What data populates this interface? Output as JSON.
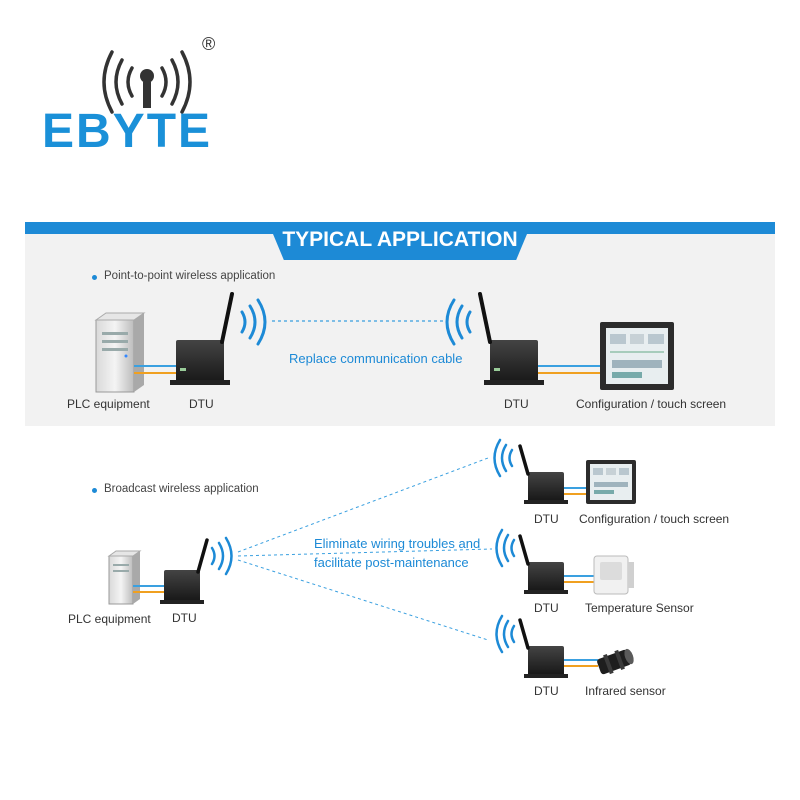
{
  "logo": {
    "brand": "EBYTE",
    "registered_mark": "®"
  },
  "banner": {
    "title": "TYPICAL APPLICATION"
  },
  "point_to_point": {
    "heading": "Point-to-point wireless application",
    "note": "Replace communication cable",
    "labels": {
      "plc": "PLC equipment",
      "dtu_left": "DTU",
      "dtu_right": "DTU",
      "screen": "Configuration / touch screen"
    }
  },
  "broadcast": {
    "heading": "Broadcast wireless application",
    "note_line1": "Eliminate wiring troubles and",
    "note_line2": "facilitate post-maintenance",
    "labels": {
      "plc": "PLC equipment",
      "dtu_source": "DTU",
      "dtu_1": "DTU",
      "screen": "Configuration / touch screen",
      "dtu_2": "DTU",
      "temp_sensor": "Temperature Sensor",
      "dtu_3": "DTU",
      "ir_sensor": "Infrared sensor"
    }
  },
  "colors": {
    "brand_blue": "#1a90d8",
    "line_blue": "#3aa0e0",
    "line_orange": "#f0a020",
    "device_dark": "#2a2a2a"
  }
}
